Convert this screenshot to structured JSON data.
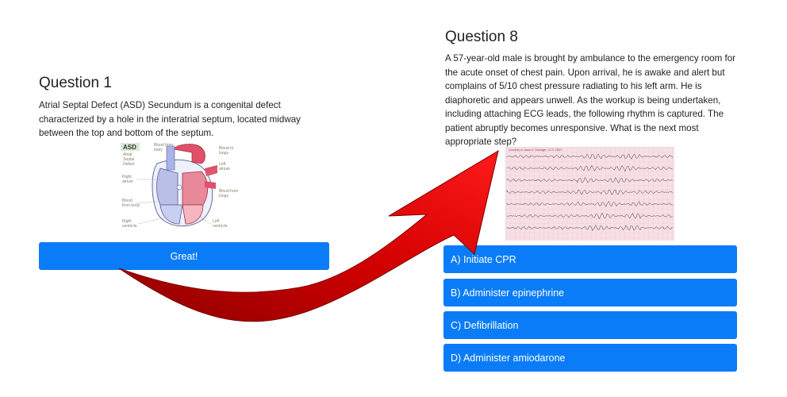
{
  "question1": {
    "title": "Question 1",
    "text": "Atrial Septal Defect (ASD) Secundum is a congenital defect characterized by a hole in the interatrial septum, located midway between the top and bottom of the septum.",
    "figure": {
      "tag": "ASD",
      "tag_sub": [
        "Atrial",
        "Septal",
        "Defect"
      ],
      "labels": {
        "blood_from_body_top": [
          "Blood from",
          "body"
        ],
        "blood_to_lungs": [
          "Blood to",
          "lungs"
        ],
        "left_atrium": [
          "Left",
          "atrium"
        ],
        "right_atrium": [
          "Right",
          "atrium"
        ],
        "blood_from_lungs": [
          "Blood from",
          "lungs"
        ],
        "blood_from_body": [
          "Blood",
          "from body"
        ],
        "right_ventricle": [
          "Right",
          "ventricle"
        ],
        "left_ventricle": [
          "Left",
          "ventricle"
        ]
      }
    },
    "button_label": "Great!"
  },
  "question8": {
    "title": "Question 8",
    "text": "A 57-year-old male is brought by ambulance to the emergency room for the acute onset of chest pain. Upon arrival, he is awake and alert but complains of 5/10 chest pressure radiating to his left arm. He is diaphoretic and appears unwell. As the workup is being undertaken, including attaching ECG leads, the following rhythm is captured. The patient abruptly becomes unresponsive. What is the next most appropriate step?",
    "ecg_caption": "Courtesy of Jason E. Roediger, CCT, CRAT",
    "options": [
      {
        "label": "A) Initiate CPR"
      },
      {
        "label": "B) Administer epinephrine"
      },
      {
        "label": "C) Defibrillation"
      },
      {
        "label": "D) Administer amiodarone"
      }
    ]
  },
  "colors": {
    "button_blue": "#0a7cf7",
    "arrow_red": "#d40000",
    "ecg_paper": "#f7dfe6"
  }
}
